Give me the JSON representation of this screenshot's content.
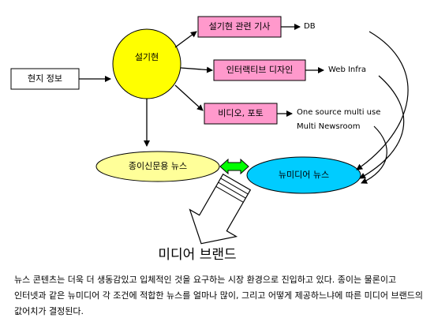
{
  "nodes": {
    "local_info": "현지 정보",
    "center": "설기현",
    "related_articles": "설기현 관련 기사",
    "interactive_design": "인터랙티브 디자인",
    "video_photo": "비디오, 포토",
    "print_news": "종이신문용 뉴스",
    "new_media_news": "뉴미디어 뉴스"
  },
  "outputs": {
    "db": "DB",
    "web_infra": "Web Infra",
    "one_source": "One source multi use",
    "multi_newsroom": "Multi Newsroom"
  },
  "brand_label": "미디어 브랜드",
  "caption": "뉴스 콘텐츠는 더욱 더 생동감있고 입체적인 것을 요구하는 시장 환경으로 진입하고 있다. 종이는 물론이고 인터넷과 같은 뉴미디어 각 조건에 적합한 뉴스를 얼마나 많이, 그리고 어떻게 제공하느냐에 따른 미디어 브랜드의 값어치가 결정된다.",
  "colors": {
    "center_fill": "#ffff00",
    "pink_box": "#ff99cc",
    "print_fill": "#ffff99",
    "new_media_fill": "#00ccff",
    "double_arrow": "#00ff00"
  }
}
